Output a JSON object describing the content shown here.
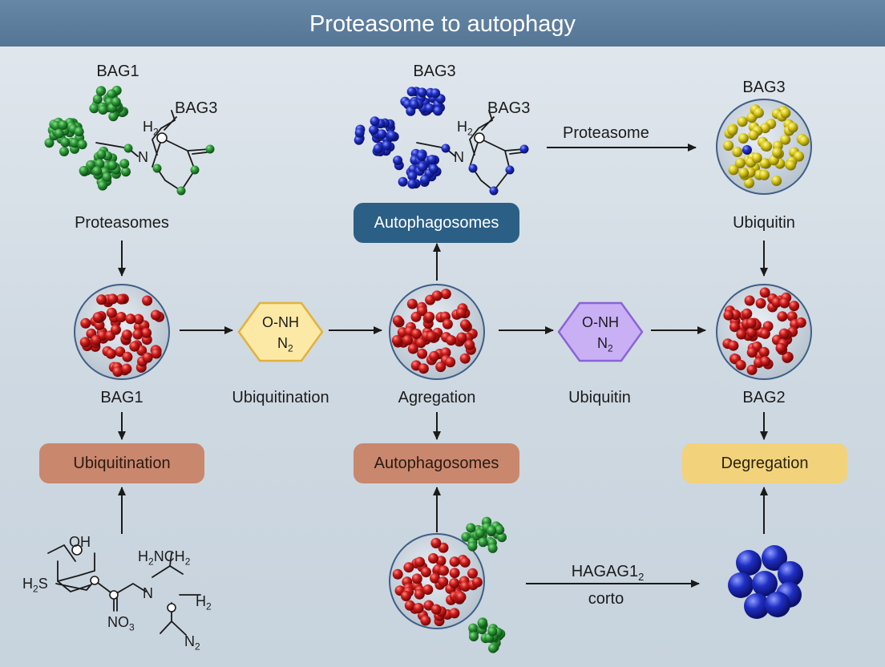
{
  "title": "Proteasome  to autophagy",
  "labels": {
    "bag1_top": "BAG1",
    "bag3_mid_left": "BAG3",
    "bag3_top_mid": "BAG3",
    "bag3_mid_mid": "BAG3",
    "bag3_top_right": "BAG3",
    "proteasomes": "Proteasomes",
    "proteasome_arrow": "Proteasome",
    "ubiquitin_right": "Ubiquitin",
    "bag1_mid": "BAG1",
    "ubiquitination_mid": "Ubiquitination",
    "agregation": "Agregation",
    "ubiquitin_mid": "Ubiquitin",
    "bag2": "BAG2",
    "hagag": "HAGAG1",
    "hagag_sub": "2",
    "corto": "corto"
  },
  "boxes": {
    "autophagosomes_top": "Autophagosomes",
    "ubiquitination_box": "Ubiquitination",
    "autophagosomes_box": "Autophagosomes",
    "degregation_box": "Degregation"
  },
  "hexagons": {
    "left": {
      "top": "O‐NH",
      "bottom": "N",
      "sub": "2"
    },
    "right": {
      "top": "O‐NH",
      "bottom": "N",
      "sub": "2"
    }
  },
  "molecule_top_left": {
    "h": "H",
    "sub": "2",
    "n": "N"
  },
  "molecule_top_mid": {
    "h": "H",
    "sub": "2",
    "n": "N"
  },
  "molecule_bottom": {
    "oh": "OH",
    "h2s": "H",
    "h2s_sub": "2",
    "h2s_s": "S",
    "h2n": "H",
    "h2n_sub": "2",
    "n1": "N",
    "ch2": "CH",
    "ch2_sub": "2",
    "n2": "N",
    "h2r": "H",
    "h2r_sub": "2",
    "no3": "NO",
    "no3_sub": "3",
    "n2b": "N",
    "n2b_sub": "2"
  },
  "colors": {
    "banner": "#5f7f9f",
    "green": "#2e9a3a",
    "blue": "#1f2fc4",
    "red": "#c01818",
    "yellow": "#d8c81a",
    "hex_yellow": "#fde9a6",
    "hex_purple": "#c9b0f5",
    "box_blue": "#2c5f86",
    "box_brown": "#c9876d",
    "box_yellow": "#f2d27a"
  }
}
